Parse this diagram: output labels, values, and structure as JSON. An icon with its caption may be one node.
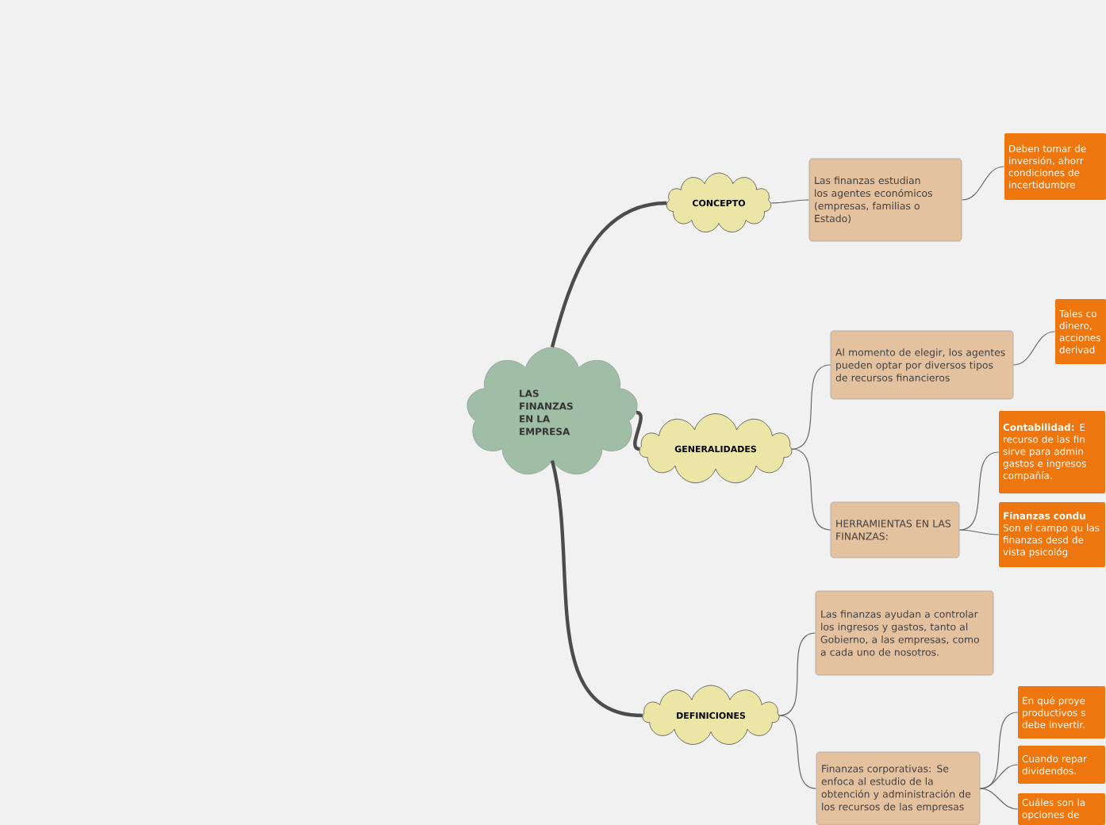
{
  "diagram": {
    "nodes": [
      {
        "text": [
          "LAS FINANZAS EN LA EMPRESA"
        ]
      },
      {
        "text": [
          "CONCEPTO"
        ]
      },
      {
        "text": [
          "Las finanzas estudian los agentes económicos (empresas, familias o Estado)"
        ]
      },
      {
        "text": [
          "Deben tomar de inversión, ahorr condiciones de incertidumbre"
        ]
      },
      {
        "text": [
          "GENERALIDADES"
        ]
      },
      {
        "text": [
          "Al momento de elegir, los agentes pueden optar por diversos tipos de recursos financieros"
        ]
      },
      {
        "text": [
          "Tales co dinero, acciones derivad"
        ]
      },
      {
        "text": [
          "HERRAMIENTAS EN LAS FINANZAS:"
        ]
      },
      {
        "text": [
          "**Contabilidad:** E recurso de las fin sirve para admin gastos e ingresos compañía."
        ]
      },
      {
        "text": [
          "**Finanzas condu** Son el campo qu las finanzas desd de vista psicológ"
        ]
      },
      {
        "text": [
          "DEFINICIONES"
        ]
      },
      {
        "text": [
          "Las finanzas ayudan a controlar los ingresos y gastos, tanto al Gobierno, a las empresas, como a cada uno de nosotros."
        ]
      },
      {
        "text": [
          "Finanzas corporativas: Se enfoca al estudio de la obtención y administración de los recursos de las empresas"
        ]
      },
      {
        "text": [
          "En qué proye productivos s debe invertir."
        ]
      },
      {
        "text": [
          "Cuando repar dividendos."
        ]
      },
      {
        "text": [
          "Cuáles son la opciones de"
        ]
      }
    ],
    "edges": [
      {
        "from": 0,
        "to": 1,
        "arrow": "none",
        "style": "thick"
      },
      {
        "from": 0,
        "to": 4,
        "arrow": "none",
        "style": "thick"
      },
      {
        "from": 0,
        "to": 10,
        "arrow": "none",
        "style": "thick"
      },
      {
        "from": 1,
        "to": 2,
        "arrow": "none"
      },
      {
        "from": 2,
        "to": 3,
        "arrow": "none"
      },
      {
        "from": 4,
        "to": 5,
        "arrow": "none"
      },
      {
        "from": 4,
        "to": 7,
        "arrow": "none"
      },
      {
        "from": 5,
        "to": 6,
        "arrow": "none"
      },
      {
        "from": 7,
        "to": 8,
        "arrow": "none"
      },
      {
        "from": 7,
        "to": 9,
        "arrow": "none"
      },
      {
        "from": 10,
        "to": 11,
        "arrow": "none"
      },
      {
        "from": 10,
        "to": 12,
        "arrow": "none"
      },
      {
        "from": 12,
        "to": 13,
        "arrow": "none"
      },
      {
        "from": 12,
        "to": 14,
        "arrow": "none"
      },
      {
        "from": 12,
        "to": 15,
        "arrow": "none"
      }
    ]
  }
}
